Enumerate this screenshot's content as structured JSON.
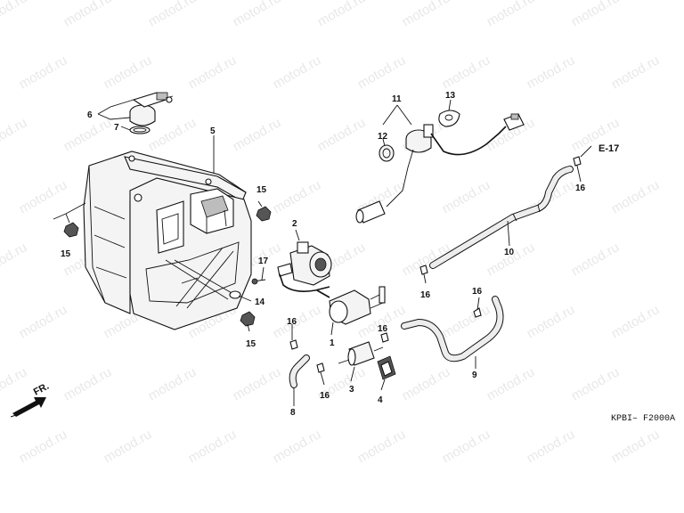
{
  "watermark": {
    "text": "motod.ru"
  },
  "diagram": {
    "code": "KPBI– F2000A",
    "ref_label": "E-17",
    "direction_label": "FR."
  },
  "callouts": [
    {
      "id": "1",
      "text": "1"
    },
    {
      "id": "2",
      "text": "2"
    },
    {
      "id": "3",
      "text": "3"
    },
    {
      "id": "4",
      "text": "4"
    },
    {
      "id": "5",
      "text": "5"
    },
    {
      "id": "6",
      "text": "6"
    },
    {
      "id": "7",
      "text": "7"
    },
    {
      "id": "8",
      "text": "8"
    },
    {
      "id": "9",
      "text": "9"
    },
    {
      "id": "10",
      "text": "10"
    },
    {
      "id": "11",
      "text": "11"
    },
    {
      "id": "12",
      "text": "12"
    },
    {
      "id": "13",
      "text": "13"
    },
    {
      "id": "14",
      "text": "14"
    },
    {
      "id": "15a",
      "text": "15"
    },
    {
      "id": "15b",
      "text": "15"
    },
    {
      "id": "15c",
      "text": "15"
    },
    {
      "id": "16a",
      "text": "16"
    },
    {
      "id": "16b",
      "text": "16"
    },
    {
      "id": "16c",
      "text": "16"
    },
    {
      "id": "16d",
      "text": "16"
    },
    {
      "id": "16e",
      "text": "16"
    },
    {
      "id": "16f",
      "text": "16"
    },
    {
      "id": "17",
      "text": "17"
    }
  ]
}
